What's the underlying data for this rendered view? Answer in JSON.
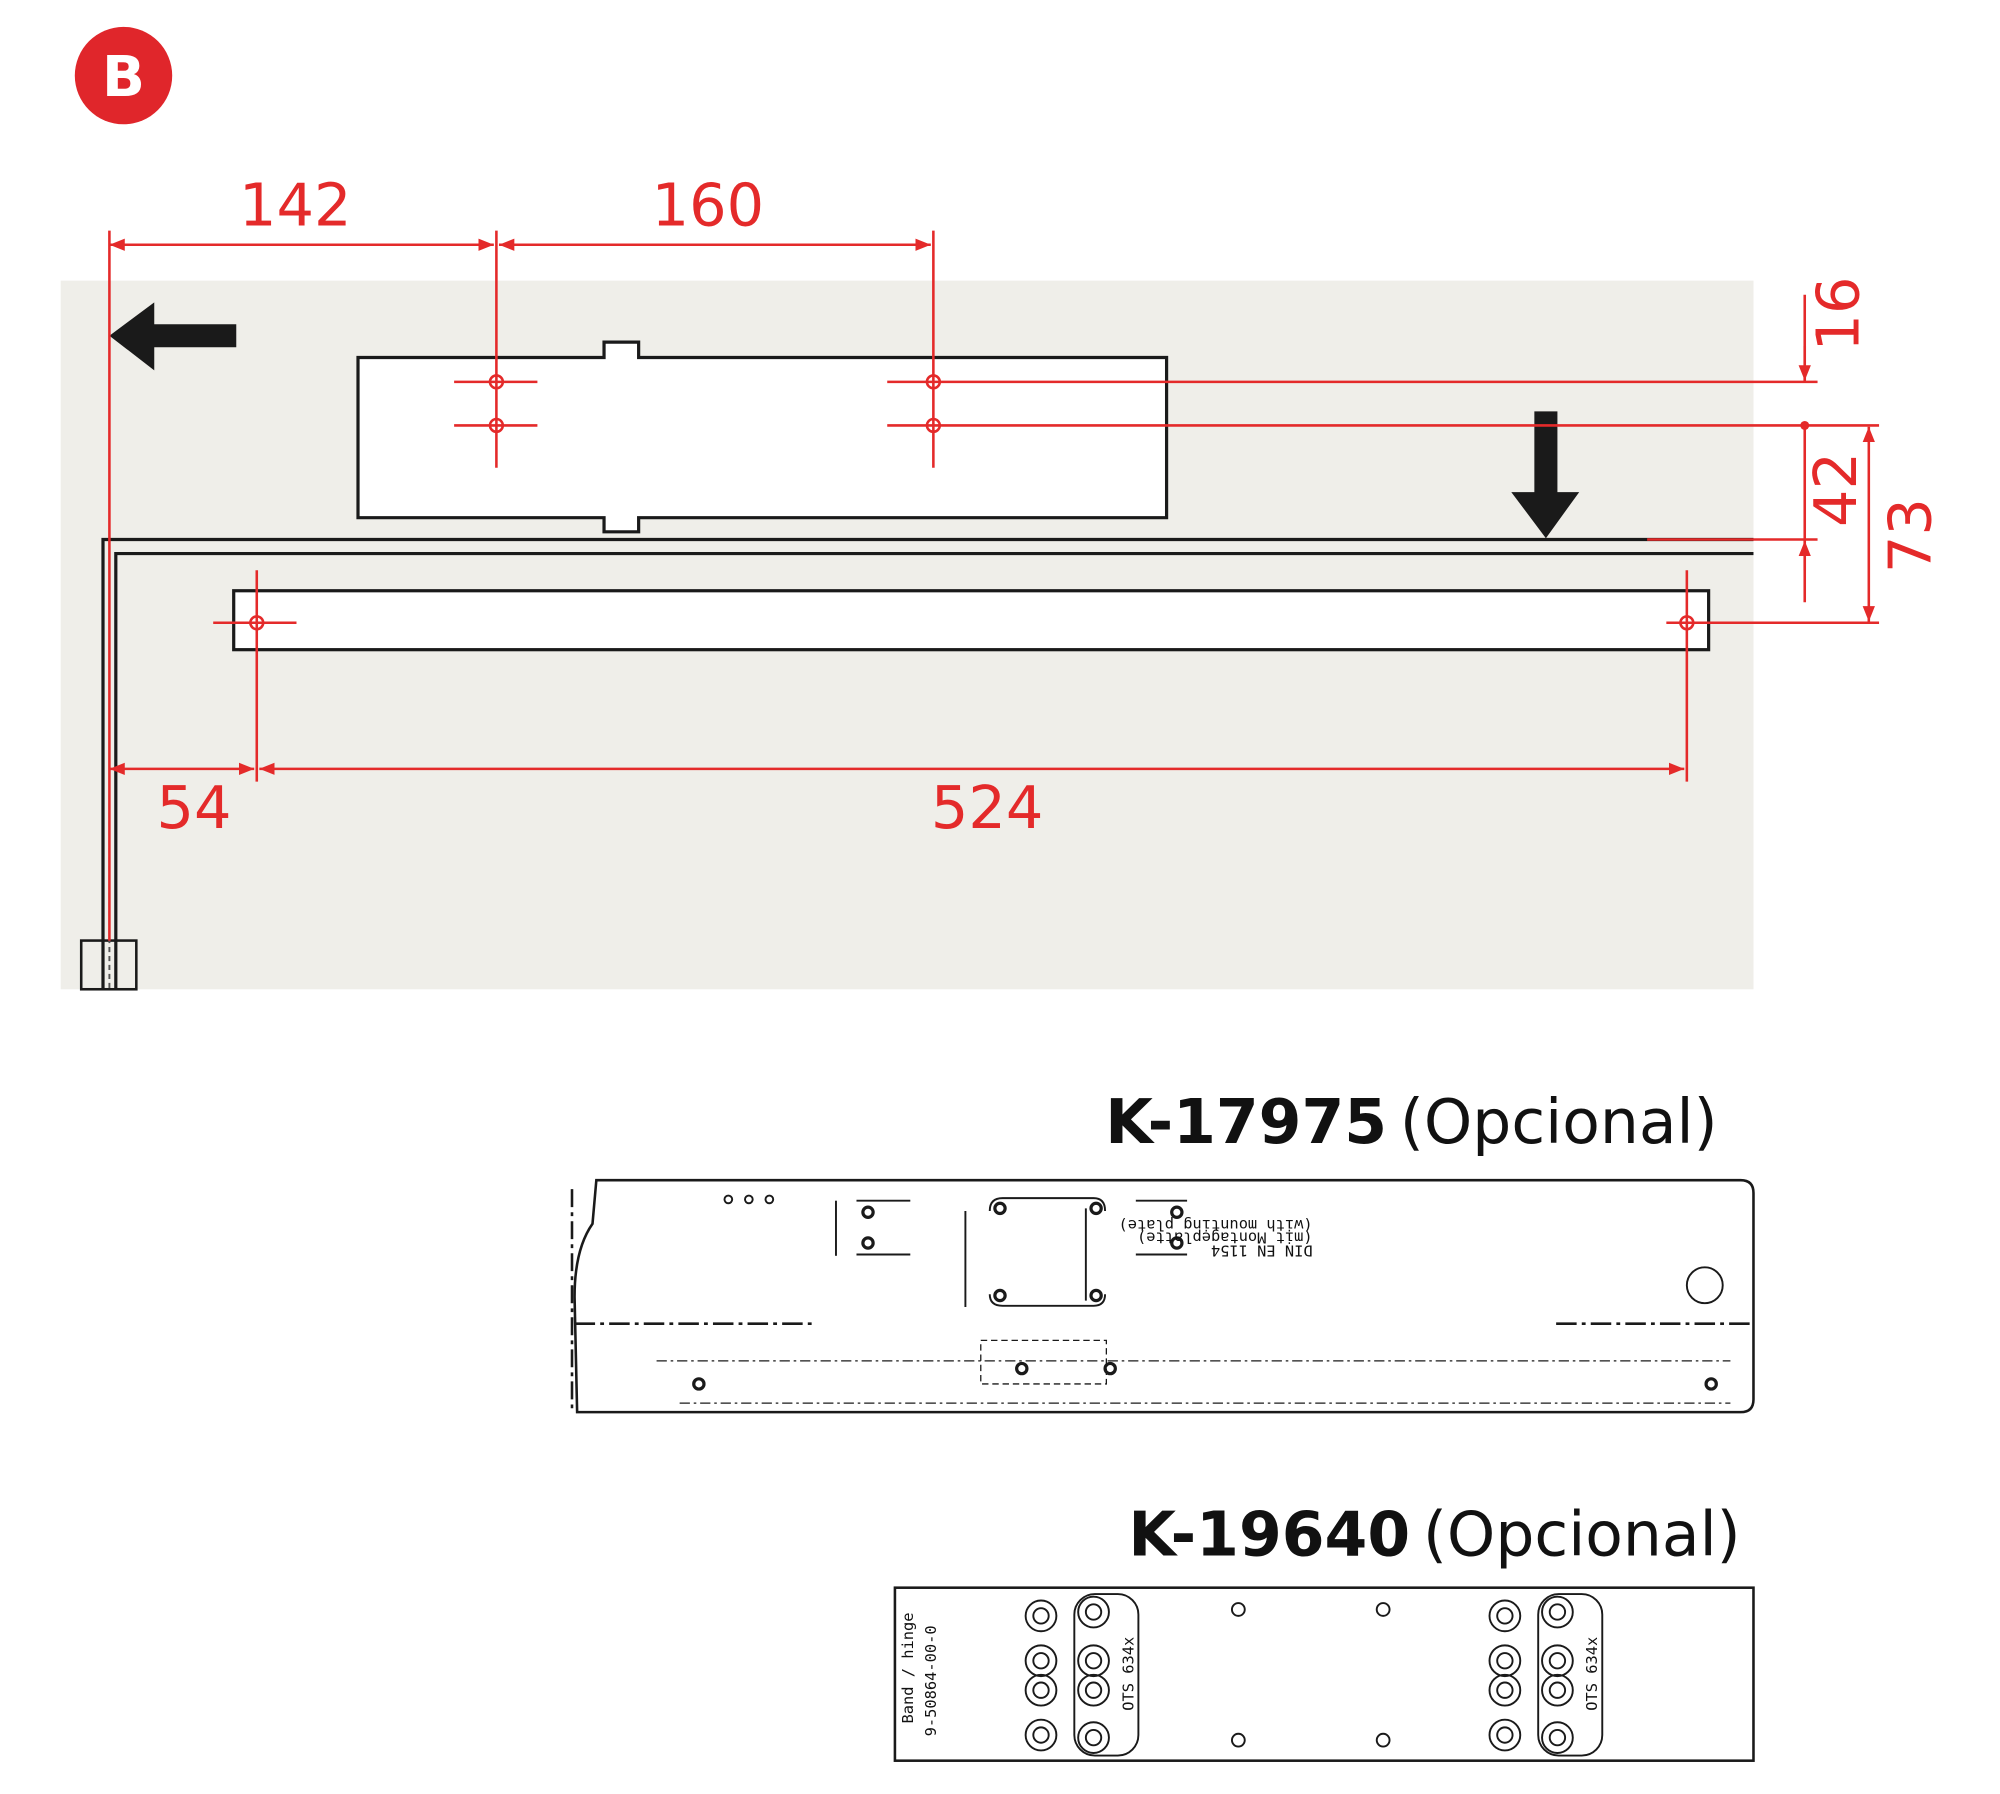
{
  "badge": {
    "label": "B",
    "color": "#e0262b"
  },
  "colors": {
    "dimension": "#e42a2a",
    "background_panel": "#efeee9",
    "outline": "#1a1a1a"
  },
  "dimensions": {
    "top_left": "142",
    "top_right": "160",
    "bottom_left": "54",
    "bottom_right": "524",
    "right_top": "16",
    "right_middle": "42",
    "right_outer": "73"
  },
  "plate_1": {
    "code": "K-17975",
    "note": "(Opcional)",
    "texts": {
      "line1": "(with mounting plate)",
      "line2": "(mit Montageplatte)",
      "line3": "DIN EN 1154"
    }
  },
  "plate_2": {
    "code": "K-19640",
    "note": "(Opcional)",
    "texts": {
      "hinge": "Band / hinge",
      "part": "9-50864-00-0",
      "model_left": "OTS 634x",
      "model_right": "OTS 634x"
    }
  },
  "icons": [
    "arrow-left-icon",
    "arrow-down-icon"
  ]
}
